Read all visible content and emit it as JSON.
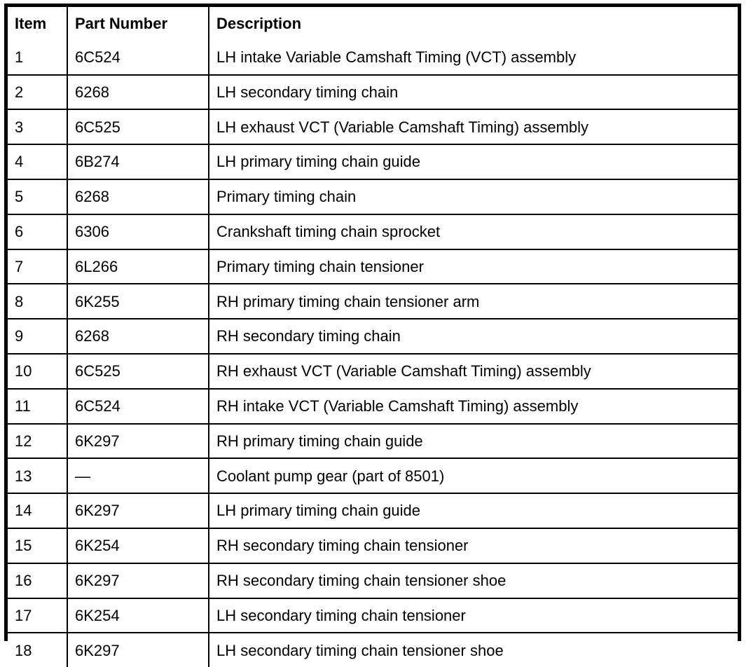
{
  "table": {
    "columns": [
      "Item",
      "Part Number",
      "Description"
    ],
    "rows": [
      {
        "item": "1",
        "part": "6C524",
        "desc": "LH intake Variable Camshaft Timing (VCT) assembly"
      },
      {
        "item": "2",
        "part": "6268",
        "desc": "LH secondary timing chain"
      },
      {
        "item": "3",
        "part": "6C525",
        "desc": "LH exhaust VCT (Variable Camshaft Timing) assembly"
      },
      {
        "item": "4",
        "part": "6B274",
        "desc": "LH primary timing chain guide"
      },
      {
        "item": "5",
        "part": "6268",
        "desc": "Primary timing chain"
      },
      {
        "item": "6",
        "part": "6306",
        "desc": "Crankshaft timing chain sprocket"
      },
      {
        "item": "7",
        "part": "6L266",
        "desc": "Primary timing chain tensioner"
      },
      {
        "item": "8",
        "part": "6K255",
        "desc": "RH primary timing chain tensioner arm"
      },
      {
        "item": "9",
        "part": "6268",
        "desc": "RH secondary timing chain"
      },
      {
        "item": "10",
        "part": "6C525",
        "desc": "RH exhaust VCT (Variable Camshaft Timing) assembly"
      },
      {
        "item": "11",
        "part": "6C524",
        "desc": "RH intake VCT (Variable Camshaft Timing) assembly"
      },
      {
        "item": "12",
        "part": "6K297",
        "desc": "RH primary timing chain guide"
      },
      {
        "item": "13",
        "part": "—",
        "desc": "Coolant pump gear (part of 8501)"
      },
      {
        "item": "14",
        "part": "6K297",
        "desc": "LH primary timing chain guide"
      },
      {
        "item": "15",
        "part": "6K254",
        "desc": "RH secondary timing chain tensioner"
      },
      {
        "item": "16",
        "part": "6K297",
        "desc": "RH secondary timing chain tensioner shoe"
      },
      {
        "item": "17",
        "part": "6K254",
        "desc": "LH secondary timing chain tensioner"
      },
      {
        "item": "18",
        "part": "6K297",
        "desc": "LH secondary timing chain tensioner shoe"
      }
    ]
  },
  "colors": {
    "border": "#000000",
    "text": "#000000",
    "background": "#ffffff"
  }
}
